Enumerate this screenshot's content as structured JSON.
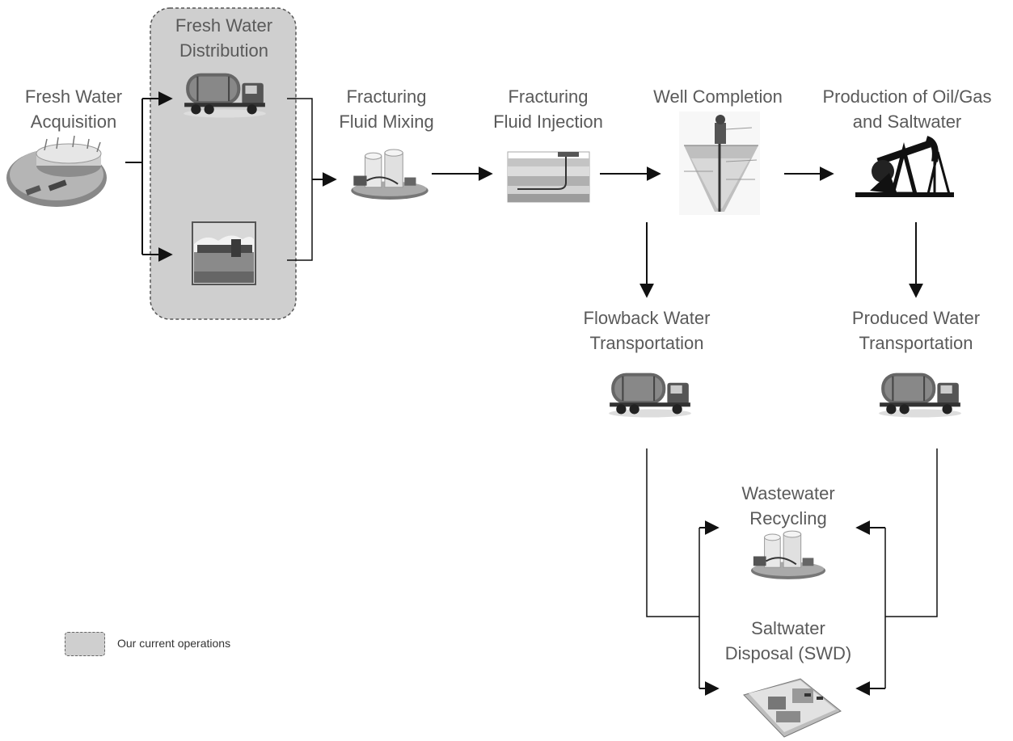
{
  "nodes": {
    "acquisition": {
      "line1": "Fresh Water",
      "line2": "Acquisition"
    },
    "distribution": {
      "line1": "Fresh Water",
      "line2": "Distribution"
    },
    "mixing": {
      "line1": "Fracturing",
      "line2": "Fluid Mixing"
    },
    "injection": {
      "line1": "Fracturing",
      "line2": "Fluid Injection"
    },
    "completion": {
      "line1": "Well Completion"
    },
    "production": {
      "line1": "Production of Oil/Gas",
      "line2": "and Saltwater"
    },
    "flowback": {
      "line1": "Flowback Water",
      "line2": "Transportation"
    },
    "produced": {
      "line1": "Produced Water",
      "line2": "Transportation"
    },
    "recycling": {
      "line1": "Wastewater",
      "line2": "Recycling"
    },
    "disposal": {
      "line1": "Saltwater",
      "line2": "Disposal (SWD)"
    }
  },
  "legend": {
    "label": "Our current operations"
  },
  "icons": [
    "water-tank-icon",
    "tanker-truck-icon",
    "pipeline-icon",
    "mixing-plant-icon",
    "injection-cross-section-icon",
    "well-completion-icon",
    "pumpjack-icon",
    "disposal-facility-icon"
  ],
  "colors": {
    "highlight_fill": "#cfcfcf",
    "line": "#222222",
    "text": "#5a5a5a"
  }
}
